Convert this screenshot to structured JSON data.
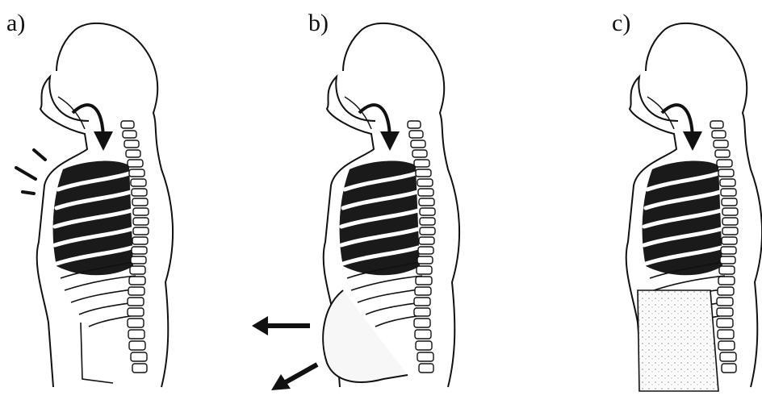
{
  "panels": [
    {
      "label": "a)",
      "variant": "chest-breathing"
    },
    {
      "label": "b)",
      "variant": "belly-breathing"
    },
    {
      "label": "c)",
      "variant": "full-breathing"
    }
  ],
  "colors": {
    "ink": "#111111",
    "lung": "#1a1a1a",
    "skin": "#ffffff",
    "belly_stipple": "#e8e8e8"
  },
  "icons": [
    "down-arrow-icon",
    "left-arrow-icon",
    "down-left-arrow-icon",
    "motion-lines-icon"
  ]
}
